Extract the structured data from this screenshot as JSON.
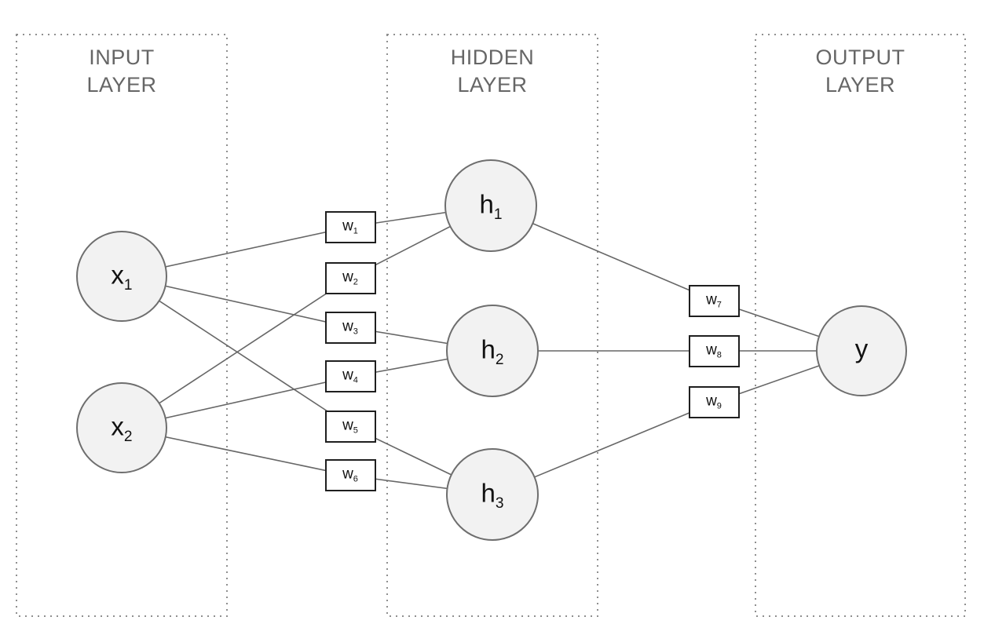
{
  "layers": [
    {
      "id": "input",
      "title": "INPUT\nLAYER"
    },
    {
      "id": "hidden",
      "title": "HIDDEN\nLAYER"
    },
    {
      "id": "output",
      "title": "OUTPUT\nLAYER"
    }
  ],
  "nodes": [
    {
      "id": "x1",
      "base": "x",
      "sub": "1",
      "layer": "input"
    },
    {
      "id": "x2",
      "base": "x",
      "sub": "2",
      "layer": "input"
    },
    {
      "id": "h1",
      "base": "h",
      "sub": "1",
      "layer": "hidden"
    },
    {
      "id": "h2",
      "base": "h",
      "sub": "2",
      "layer": "hidden"
    },
    {
      "id": "h3",
      "base": "h",
      "sub": "3",
      "layer": "hidden"
    },
    {
      "id": "y",
      "base": "y",
      "sub": "",
      "layer": "output"
    }
  ],
  "weights": [
    {
      "id": "w1",
      "base": "w",
      "sub": "1",
      "from": "x1",
      "to": "h1"
    },
    {
      "id": "w2",
      "base": "w",
      "sub": "2",
      "from": "x2",
      "to": "h1"
    },
    {
      "id": "w3",
      "base": "w",
      "sub": "3",
      "from": "x1",
      "to": "h2"
    },
    {
      "id": "w4",
      "base": "w",
      "sub": "4",
      "from": "x2",
      "to": "h2"
    },
    {
      "id": "w5",
      "base": "w",
      "sub": "5",
      "from": "x1",
      "to": "h3"
    },
    {
      "id": "w6",
      "base": "w",
      "sub": "6",
      "from": "x2",
      "to": "h3"
    },
    {
      "id": "w7",
      "base": "w",
      "sub": "7",
      "from": "h1",
      "to": "y"
    },
    {
      "id": "w8",
      "base": "w",
      "sub": "8",
      "from": "h2",
      "to": "y"
    },
    {
      "id": "w9",
      "base": "w",
      "sub": "9",
      "from": "h3",
      "to": "y"
    }
  ],
  "colors": {
    "node_fill": "#f2f2f2",
    "node_stroke": "#6e6e6e",
    "edge_stroke": "#676767",
    "weight_box_fill": "#ffffff",
    "weight_box_stroke": "#1f1f1f",
    "layer_box_stroke": "#8f8f8f",
    "layer_title_color": "#666666",
    "label_color": "#111111",
    "background": "#ffffff"
  }
}
